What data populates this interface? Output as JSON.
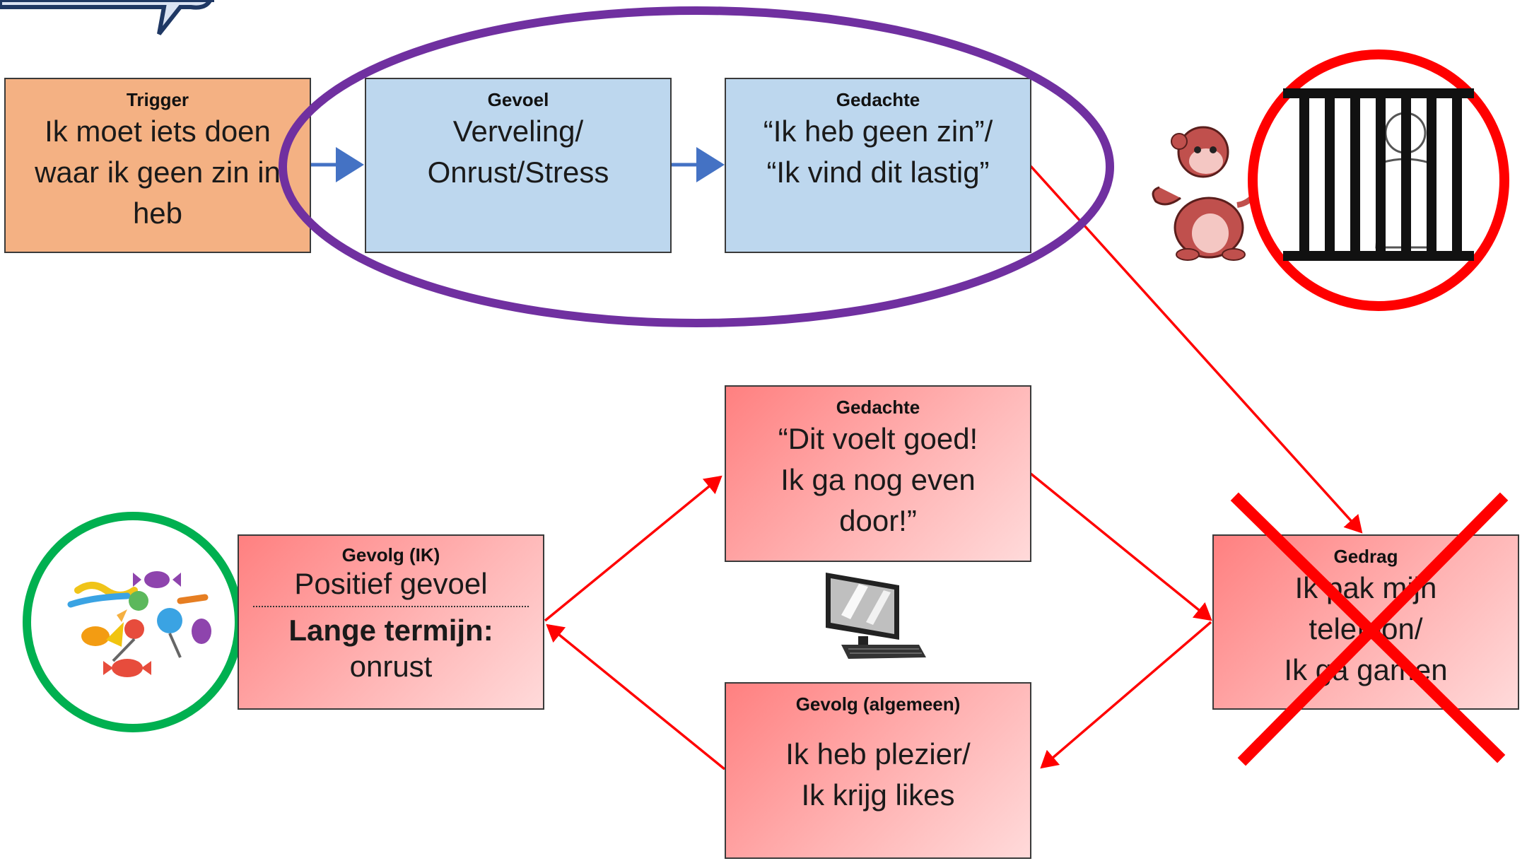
{
  "colors": {
    "trigger_fill": "#f4b183",
    "feeling_fill": "#bdd7ee",
    "red_box_fill": "#ff9999",
    "blue_arrow": "#4472c4",
    "red_arrow": "#ff0000",
    "purple_ellipse": "#7030a0",
    "green_circle": "#00b050",
    "red_circle": "#ff0000",
    "callout": "#1f3864"
  },
  "boxes": {
    "trigger": {
      "title": "Trigger",
      "body": "Ik moet iets doen\nwaar ik geen zin in\nheb"
    },
    "gevoel": {
      "title": "Gevoel",
      "body": "Verveling/\nOnrust/Stress"
    },
    "gedachte_top": {
      "title": "Gedachte",
      "body": "“Ik heb geen zin”/\n“Ik vind dit lastig”"
    },
    "gedachte_mid": {
      "title": "Gedachte",
      "body": "“Dit voelt goed!\nIk ga nog even\ndoor!”"
    },
    "gedrag": {
      "title": "Gedrag",
      "body": "Ik pak mijn\ntelefoon/\nIk ga gamen"
    },
    "gevolg_ik": {
      "title": "Gevolg (IK)",
      "body": "Positief gevoel",
      "sub_bold": "Lange termijn:",
      "sub": "onrust"
    },
    "gevolg_algemeen": {
      "title": "Gevolg (algemeen)",
      "body": "Ik heb plezier/\nIk krijg likes"
    }
  },
  "icons": {
    "monkey": "monkey-icon",
    "jail": "jail-icon",
    "computer": "computer-icon",
    "candy": "candy-icon",
    "cross": "red-cross-icon",
    "callout": "speech-bubble-icon"
  }
}
